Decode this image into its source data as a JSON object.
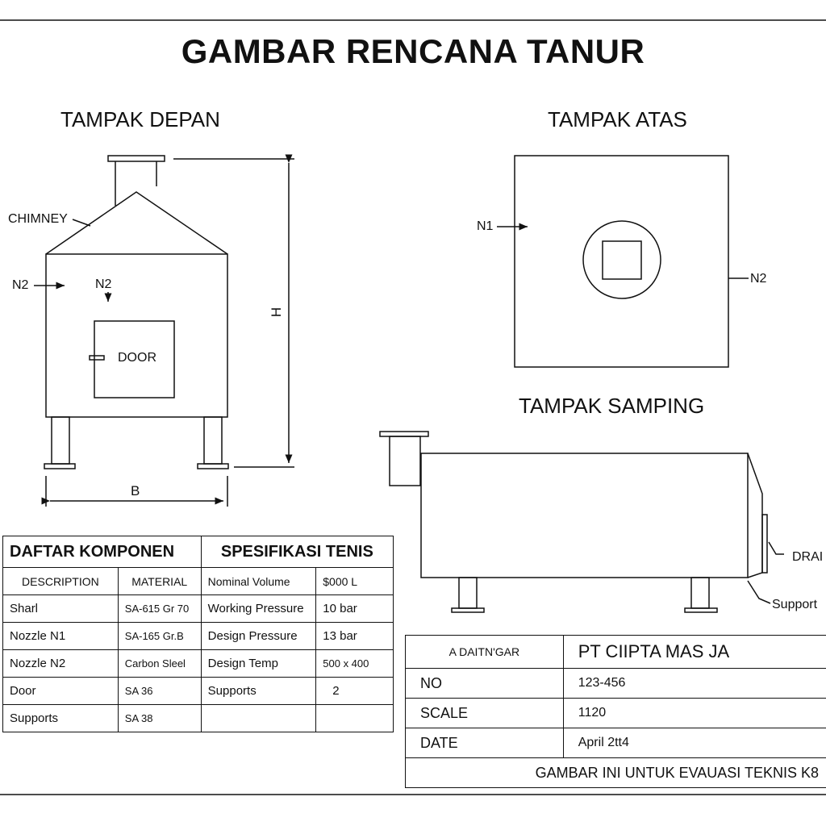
{
  "title": "GAMBAR RENCANA TANUR",
  "views": {
    "front": {
      "title": "TAMPAK DEPAN",
      "chimney_label": "CHIMNEY",
      "n2_left_label": "N2",
      "n2_top_label": "N2",
      "door_label": "DOOR",
      "height_label": "H",
      "width_label": "B"
    },
    "top": {
      "title": "TAMPAK ATAS",
      "n1_label": "N1",
      "n2_label": "N2"
    },
    "side": {
      "title": "TAMPAK SAMPING",
      "drain_label": "DRAI",
      "support_label": "Support"
    }
  },
  "components_table": {
    "title": "DAFTAR KOMPONEN",
    "columns": [
      "DESCRIPTION",
      "MATERIAL"
    ],
    "rows": [
      [
        "Sharl",
        "SA-615 Gr 70"
      ],
      [
        "Nozzle N1",
        "SA-165 Gr.B"
      ],
      [
        "Nozzle N2",
        "Carbon Sleel"
      ],
      [
        "Door",
        "SA 36"
      ],
      [
        "Supports",
        "SA 38"
      ]
    ]
  },
  "spec_table": {
    "title": "SPESIFIKASI  TENIS",
    "rows": [
      [
        "Nominal Volume",
        "$000 L"
      ],
      [
        "Working Pressure",
        "10 bar"
      ],
      [
        "Design Pressure",
        "13 bar"
      ],
      [
        "Design Temp",
        "500 x 400"
      ],
      [
        "Supports",
        "2"
      ],
      [
        "",
        ""
      ]
    ]
  },
  "title_block": {
    "label": "A  DAITN'GAR",
    "company": "PT  CIIPTA MAS JA",
    "rows": [
      {
        "key": "NO",
        "value": "123-456"
      },
      {
        "key": "SCALE",
        "value": "1120"
      },
      {
        "key": "DATE",
        "value": "April  2tt4"
      }
    ],
    "note": "GAMBAR INI UNTUK EVAUASI TEKNIS K8"
  }
}
